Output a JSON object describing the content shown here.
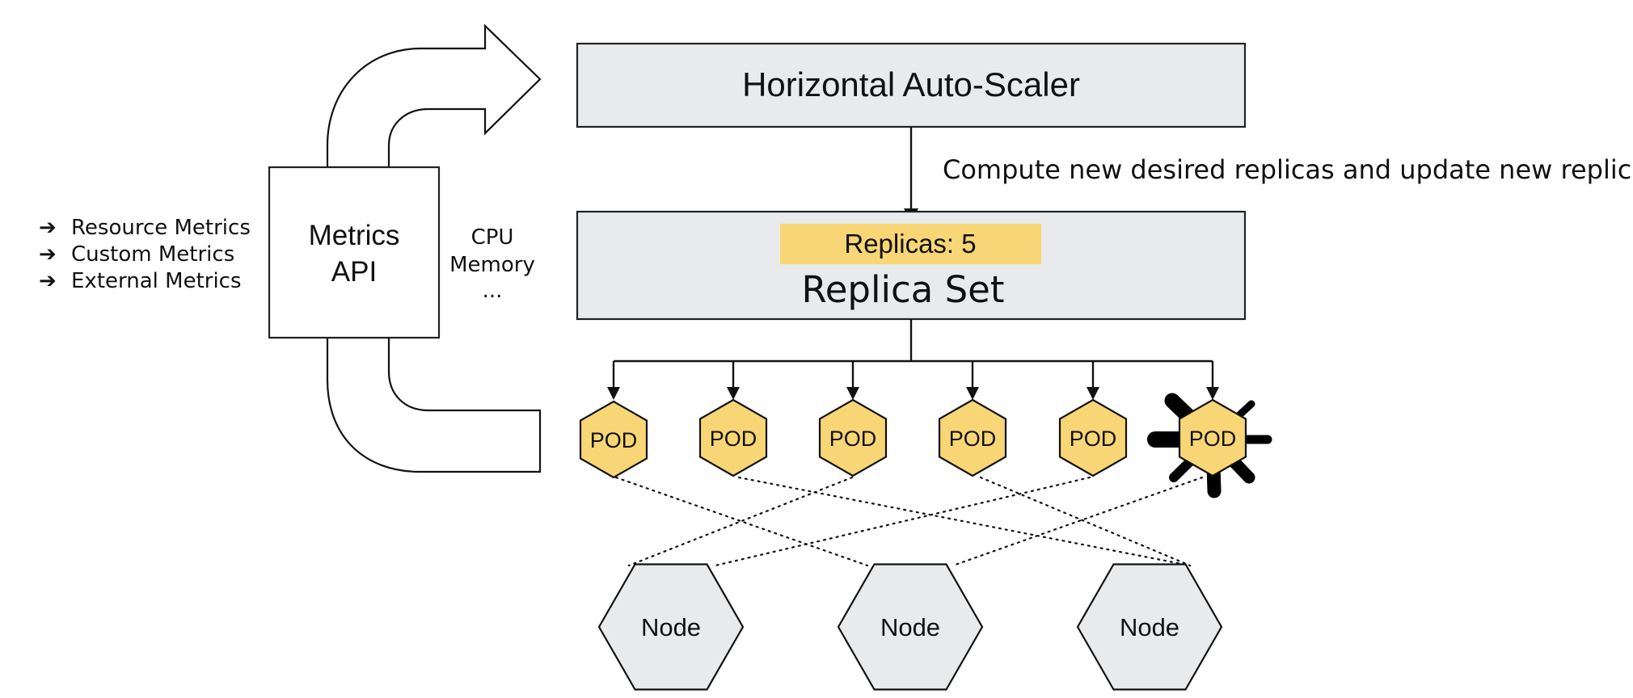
{
  "metric_types": [
    {
      "arrow": "➔",
      "label": "Resource Metrics"
    },
    {
      "arrow": "➔",
      "label": "Custom Metrics"
    },
    {
      "arrow": "➔",
      "label": "External Metrics"
    }
  ],
  "metrics_api": {
    "line1": "Metrics",
    "line2": "API"
  },
  "metric_samples": [
    "CPU",
    "Memory",
    "..."
  ],
  "autoscaler": {
    "title": "Horizontal Auto-Scaler"
  },
  "edge_label": "Compute new desired replicas and update new replicas",
  "replica_set": {
    "title": "Replica Set",
    "replicas_text": "Replicas: 5"
  },
  "pods": [
    {
      "label": "POD",
      "failed": false
    },
    {
      "label": "POD",
      "failed": false
    },
    {
      "label": "POD",
      "failed": false
    },
    {
      "label": "POD",
      "failed": false
    },
    {
      "label": "POD",
      "failed": false
    },
    {
      "label": "POD",
      "failed": true
    }
  ],
  "nodes": [
    {
      "label": "Node"
    },
    {
      "label": "Node"
    },
    {
      "label": "Node"
    }
  ],
  "colors": {
    "box_fill": "#e8eaeb",
    "pod_fill": "#f8d675",
    "badge_fill": "#f8d675",
    "stroke": "#111111"
  }
}
